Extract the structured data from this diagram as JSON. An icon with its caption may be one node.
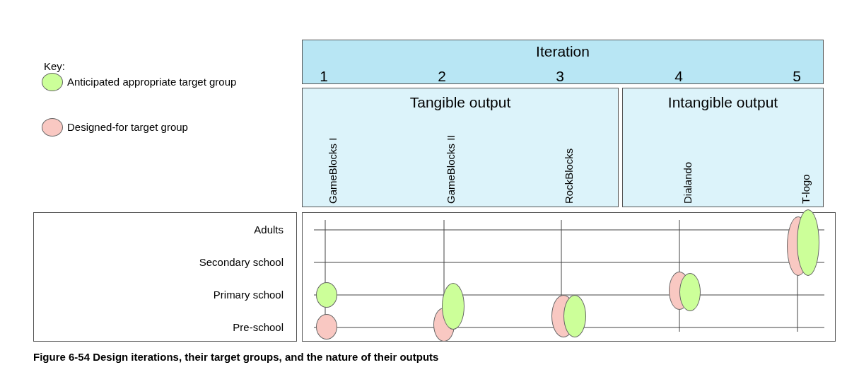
{
  "diagram": {
    "caption": "Figure 6-54  Design iterations, their target groups, and the nature of their outputs",
    "nodes": [
      {
        "text": [
          "Iteration"
        ]
      },
      {
        "text": [
          "Tangible output"
        ]
      },
      {
        "text": [
          "Intangible output"
        ]
      },
      {
        "text": [
          "Adults",
          "Secondary school",
          "Primary school",
          "Pre-school"
        ]
      },
      {
        "text": [],
        "shape": "box"
      },
      {
        "text": [],
        "shape": "ellipse",
        "in": 4
      },
      {
        "text": [],
        "shape": "ellipse",
        "in": 4
      },
      {
        "text": [],
        "shape": "ellipse",
        "in": 4
      },
      {
        "text": [],
        "shape": "ellipse",
        "in": 4
      },
      {
        "text": [],
        "shape": "ellipse",
        "in": 4
      },
      {
        "text": [],
        "shape": "ellipse",
        "in": 4
      },
      {
        "text": [],
        "shape": "ellipse",
        "in": 4
      },
      {
        "text": [],
        "shape": "ellipse",
        "in": 4
      },
      {
        "text": [],
        "shape": "ellipse",
        "in": 4
      },
      {
        "text": [],
        "shape": "ellipse",
        "in": 4
      }
    ],
    "edges": [],
    "labels": [
      "Key:",
      "1",
      "2",
      "3",
      "4",
      "5",
      "GameBlocks I",
      "GameBlocks II",
      "RockBlocks",
      "Dialando",
      "T-logo"
    ],
    "legend": [
      {
        "text": "Anticipated appropriate target group",
        "color": "#ccff99"
      },
      {
        "text": "Designed-for target group",
        "color": "#f9c8c2"
      }
    ]
  }
}
